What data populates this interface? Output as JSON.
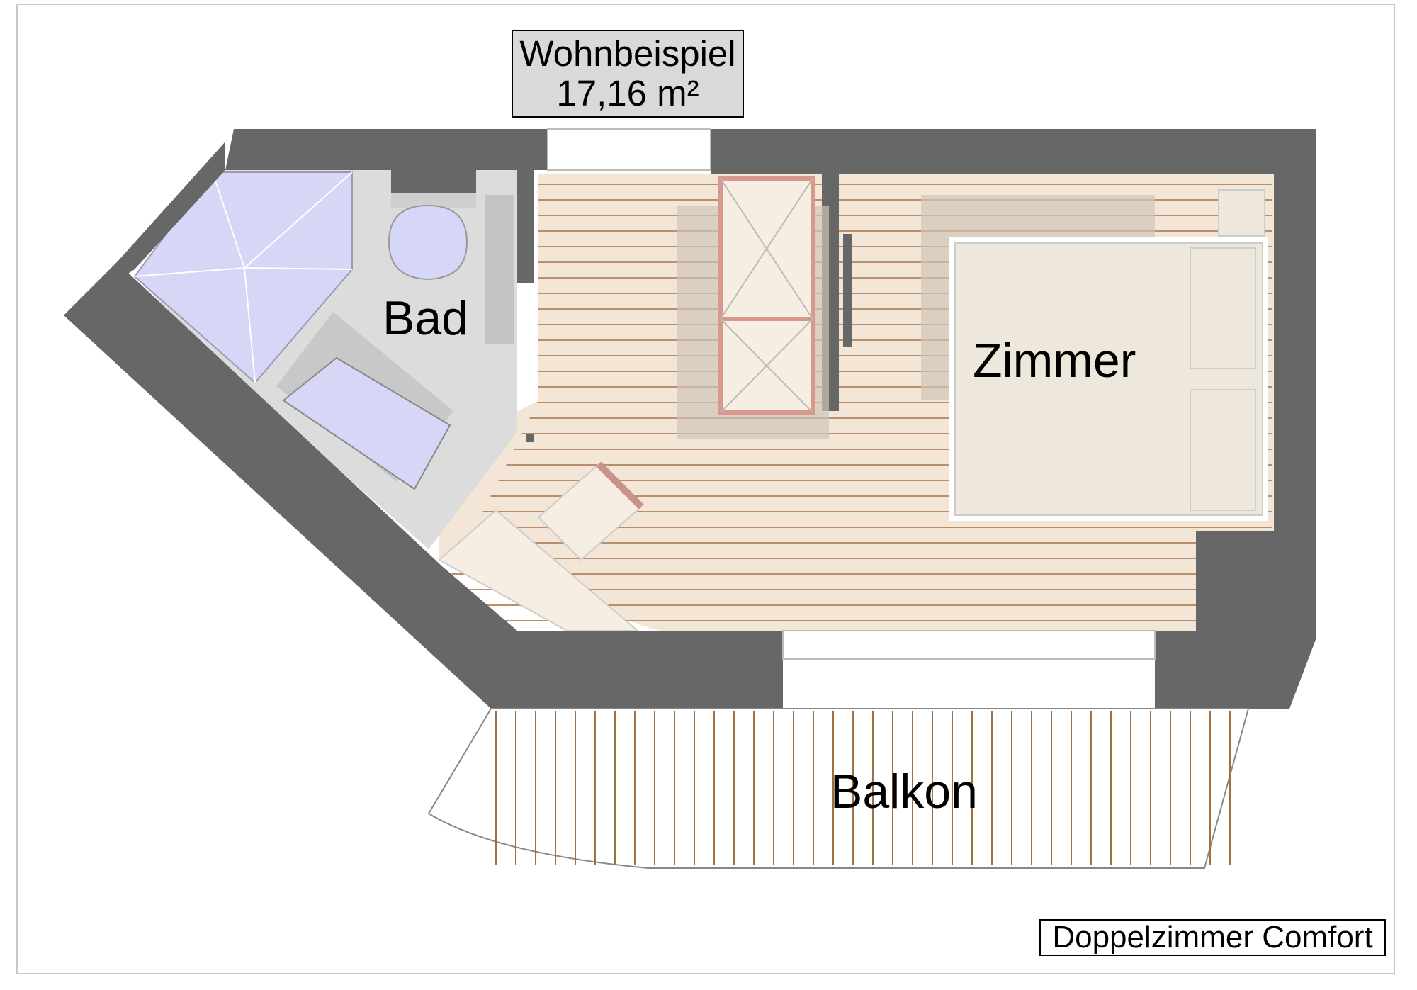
{
  "plan": {
    "title_line1": "Wohnbeispiel",
    "title_line2": "17,16 m²",
    "rooms": {
      "bad": "Bad",
      "zimmer": "Zimmer",
      "balkon": "Balkon"
    },
    "caption": "Doppelzimmer Comfort"
  },
  "colors": {
    "wall": "#676767",
    "floor_wood": "#f3e6d6",
    "floor_line": "#b98e6c",
    "bathroom_floor": "#dcdcdc",
    "shower_bath": "#d6d6f7",
    "bed": "#eee7dc",
    "wardrobe_outline": "#d59a8c",
    "balcony_line": "#a07040"
  }
}
